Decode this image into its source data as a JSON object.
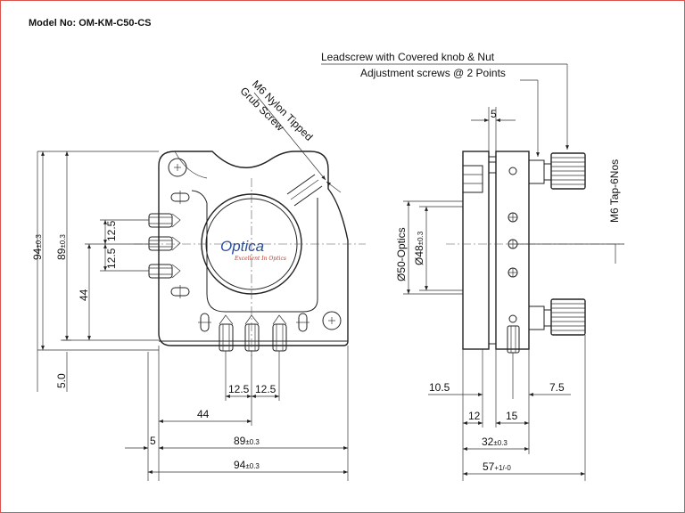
{
  "model_label": "Model No: OM-KM-C50-CS",
  "callouts": {
    "leadscrew": "Leadscrew with Covered knob & Nut",
    "adjustment": "Adjustment screws @ 2 Points",
    "nylon_1": "M6 Nylon Tipped",
    "nylon_2": "Grub Screw",
    "tap": "M6 Tap-6Nos",
    "optics": "Ø50-Optics",
    "inner_dia": "Ø48",
    "inner_tol": "±0.3"
  },
  "logo": {
    "name": "Optica",
    "tagline": "Excellent In Optics"
  },
  "front_dims": {
    "h94": "94",
    "h94_tol": "±0.3",
    "h89": "89",
    "h89_tol": "±0.3",
    "h44": "44",
    "h125a": "12.5",
    "h125b": "12.5",
    "h50": "5.0",
    "w125a": "12.5",
    "w125b": "12.5",
    "w44": "44",
    "w5": "5",
    "w89": "89",
    "w89_tol": "±0.3",
    "w94": "94",
    "w94_tol": "±0.3"
  },
  "side_dims": {
    "top5": "5",
    "d105": "10.5",
    "d75": "7.5",
    "d12": "12",
    "d15": "15",
    "d32": "32",
    "d32_tol": "±0.3",
    "d57": "57",
    "d57_tol": "+1/-0"
  }
}
